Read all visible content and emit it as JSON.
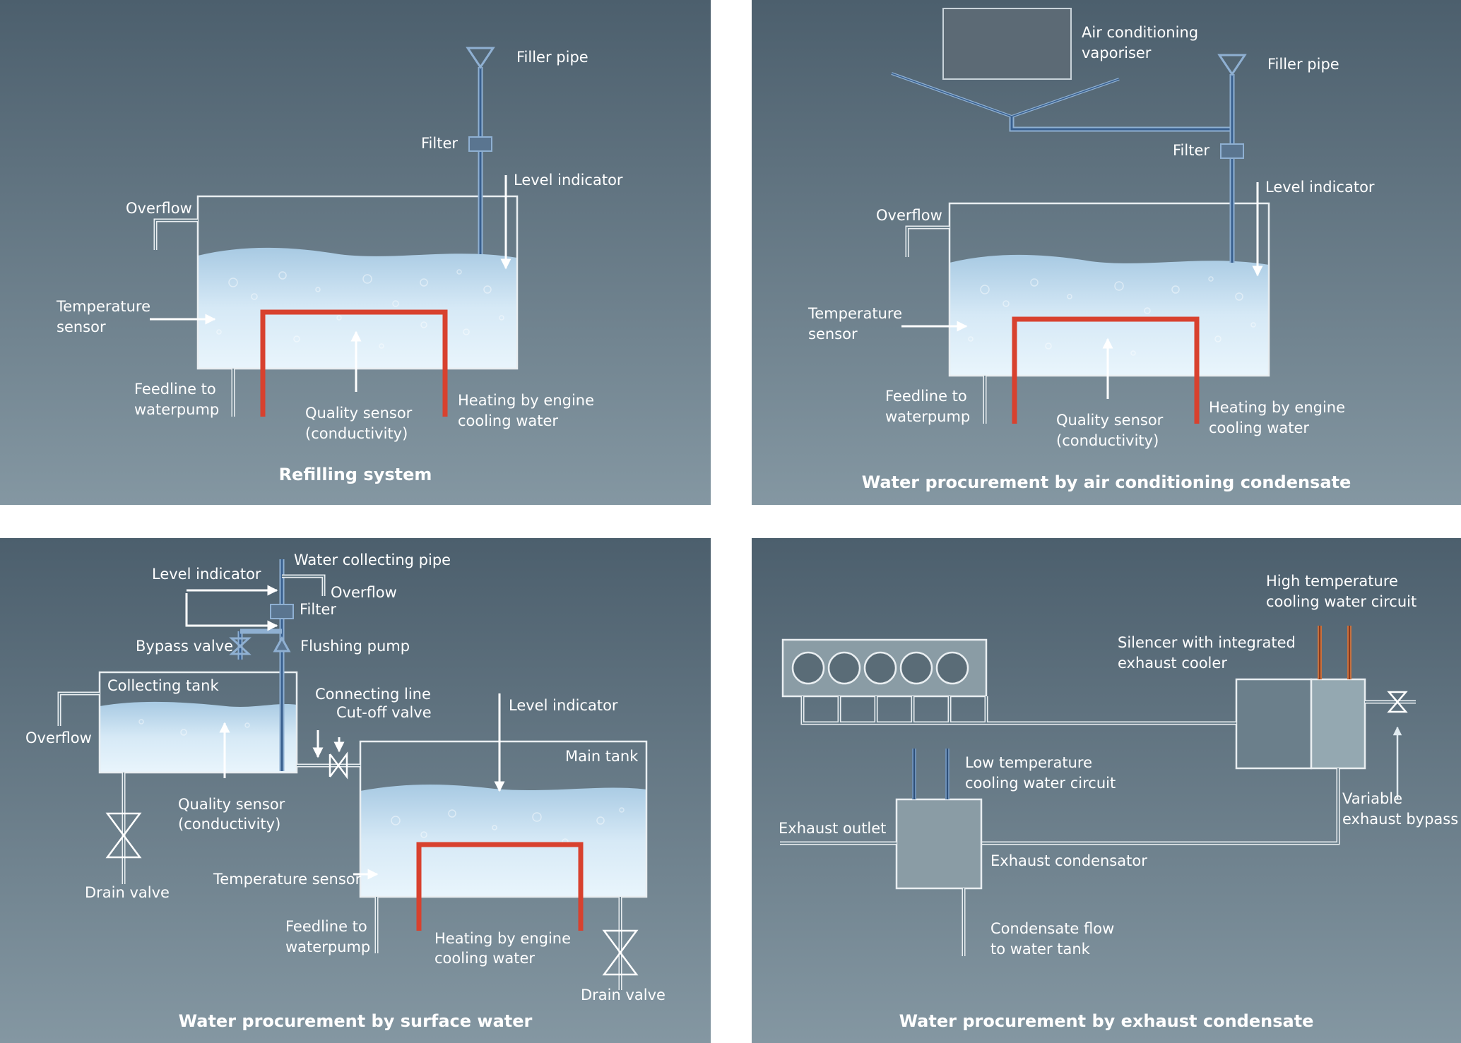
{
  "panels": {
    "refilling": {
      "title": "Refilling system",
      "filler_pipe": "Filler pipe",
      "filter": "Filter",
      "level_indicator": "Level indicator",
      "overflow": "Overflow",
      "temperature_sensor_1": "Temperature",
      "temperature_sensor_2": "sensor",
      "feedline_1": "Feedline to",
      "feedline_2": "waterpump",
      "quality_sensor_1": "Quality sensor",
      "quality_sensor_2": "(conductivity)",
      "heating_1": "Heating by engine",
      "heating_2": "cooling water"
    },
    "air_conditioning": {
      "title": "Water procurement by air conditioning condensate",
      "vaporiser_1": "Air conditioning",
      "vaporiser_2": "vaporiser",
      "filler_pipe": "Filler pipe",
      "filter": "Filter",
      "level_indicator": "Level indicator",
      "overflow": "Overflow",
      "temperature_sensor_1": "Temperature",
      "temperature_sensor_2": "sensor",
      "feedline_1": "Feedline to",
      "feedline_2": "waterpump",
      "quality_sensor_1": "Quality sensor",
      "quality_sensor_2": "(conductivity)",
      "heating_1": "Heating by engine",
      "heating_2": "cooling water"
    },
    "surface_water": {
      "title": "Water procurement by surface water",
      "water_collecting_pipe": "Water collecting pipe",
      "level_indicator_top": "Level indicator",
      "overflow_top": "Overflow",
      "filter": "Filter",
      "bypass_valve": "Bypass valve",
      "flushing_pump": "Flushing pump",
      "collecting_tank": "Collecting tank",
      "connecting_line": "Connecting line",
      "cutoff_valve": "Cut-off valve",
      "level_indicator_main": "Level indicator",
      "main_tank": "Main tank",
      "overflow_left": "Overflow",
      "quality_sensor_1": "Quality sensor",
      "quality_sensor_2": "(conductivity)",
      "drain_valve_left": "Drain valve",
      "temperature_sensor": "Temperature sensor",
      "feedline_1": "Feedline to",
      "feedline_2": "waterpump",
      "heating_1": "Heating by engine",
      "heating_2": "cooling water",
      "drain_valve_right": "Drain valve"
    },
    "exhaust": {
      "title": "Water procurement by exhaust condensate",
      "high_temp_1": "High temperature",
      "high_temp_2": "cooling water circuit",
      "silencer_1": "Silencer with integrated",
      "silencer_2": "exhaust cooler",
      "low_temp_1": "Low temperature",
      "low_temp_2": "cooling water circuit",
      "exhaust_outlet": "Exhaust outlet",
      "exhaust_condensator": "Exhaust condensator",
      "bypass_1": "Variable",
      "bypass_2": "exhaust bypass",
      "condensate_1": "Condensate flow",
      "condensate_2": "to water tank"
    }
  },
  "colors": {
    "panel_top": "#4c5f6d",
    "panel_bottom": "#8497a2",
    "water_light": "#e6f3fb",
    "water_dark": "#9fc3df",
    "heating": "#d8412e",
    "blue_pipe": "#3f6c9c",
    "hot_pipe": "#c8703e"
  }
}
